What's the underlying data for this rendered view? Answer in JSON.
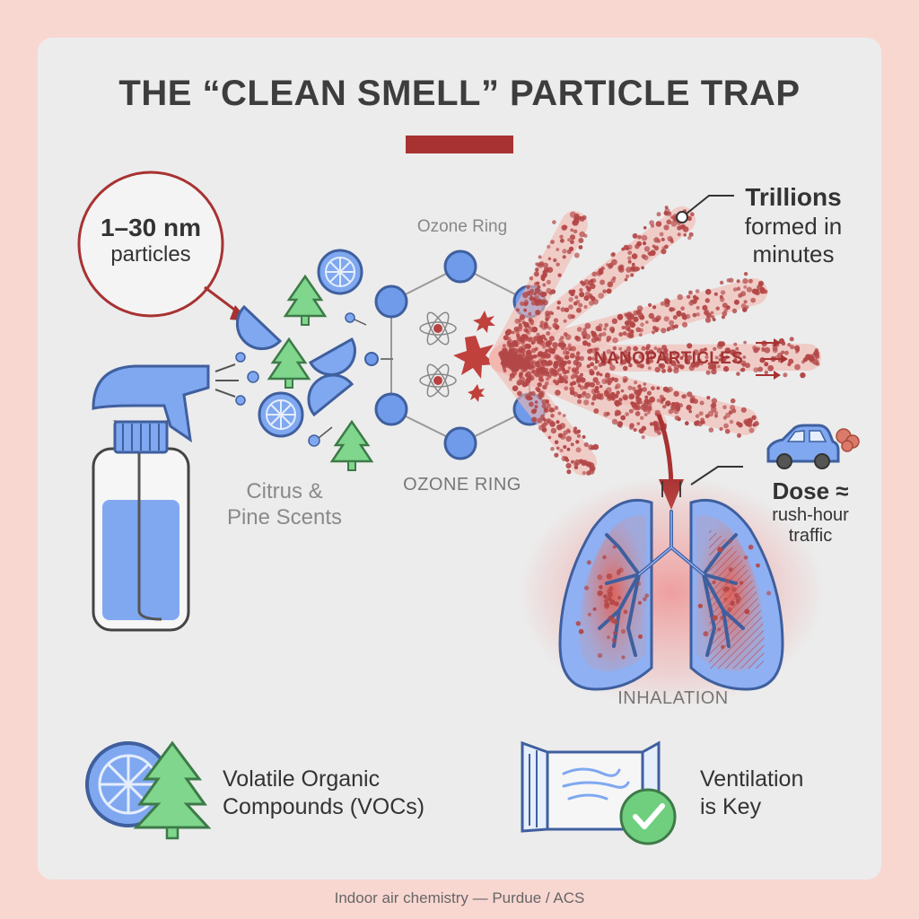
{
  "title": "THE “CLEAN SMELL” PARTICLE TRAP",
  "callout_size": {
    "value": "1–30 nm",
    "unit_label": "particles"
  },
  "ozone_ring_top": "Ozone Ring",
  "ozone_ring_bottom": "OZONE RING",
  "scents": {
    "line1": "Citrus &",
    "line2": "Pine Scents"
  },
  "trillions": {
    "line1": "Trillions",
    "line2": "formed in",
    "line3": "minutes"
  },
  "nanoparticles": "NANOPARTICLES",
  "dose": {
    "line1": "Dose ≈",
    "line2": "rush-hour",
    "line3": "traffic"
  },
  "inhalation": "INHALATION",
  "vocs": {
    "line1": "Volatile Organic",
    "line2": "Compounds (VOCs)"
  },
  "ventilation": {
    "line1": "Ventilation",
    "line2": "is Key"
  },
  "footer": "Indoor air chemistry — Purdue / ACS",
  "colors": {
    "accent_red": "#a83232",
    "particle_red": "#b34747",
    "blue": "#6f9bea",
    "blue_dark": "#3f5f9e",
    "green": "#6fcf7f",
    "background": "#f9d7d1",
    "panel": "#ececec"
  },
  "icons": [
    "spray-bottle-icon",
    "citrus-slice-icon",
    "pine-tree-icon",
    "atom-icon",
    "car-icon",
    "lungs-icon",
    "open-window-icon",
    "check-icon"
  ]
}
